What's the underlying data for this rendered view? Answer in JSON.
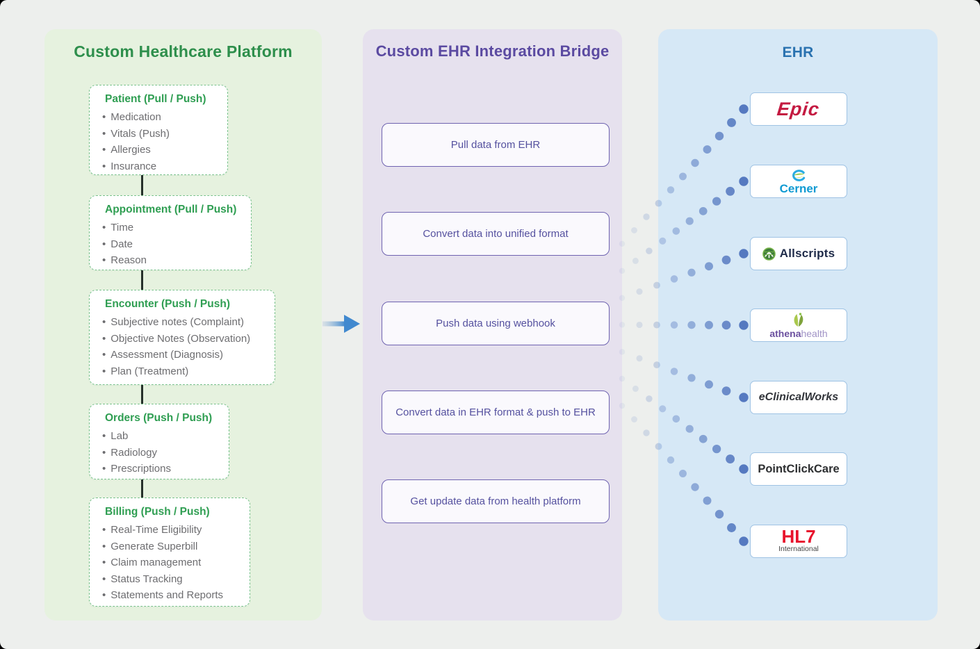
{
  "platform": {
    "title": "Custom Healthcare Platform",
    "boxes": [
      {
        "title": "Patient (Pull / Push)",
        "items": [
          "Medication",
          "Vitals (Push)",
          "Allergies",
          "Insurance"
        ]
      },
      {
        "title": "Appointment (Pull / Push)",
        "items": [
          "Time",
          "Date",
          "Reason"
        ]
      },
      {
        "title": "Encounter (Push / Push)",
        "items": [
          "Subjective notes (Complaint)",
          "Objective Notes (Observation)",
          "Assessment (Diagnosis)",
          "Plan (Treatment)"
        ]
      },
      {
        "title": "Orders (Push / Push)",
        "items": [
          "Lab",
          "Radiology",
          "Prescriptions"
        ]
      },
      {
        "title": "Billing (Push / Push)",
        "items": [
          "Real-Time Eligibility",
          "Generate Superbill",
          "Claim management",
          "Status Tracking",
          "Statements and Reports"
        ]
      }
    ]
  },
  "bridge": {
    "title": "Custom EHR Integration Bridge",
    "steps": [
      "Pull data from EHR",
      "Convert data into unified format",
      "Push data using webhook",
      "Convert data in EHR format & push to EHR",
      "Get update data from health platform"
    ]
  },
  "ehr": {
    "title": "EHR",
    "vendors": [
      {
        "id": "epic",
        "label": "Epic"
      },
      {
        "id": "cerner",
        "label": "Cerner"
      },
      {
        "id": "allscripts",
        "label": "Allscripts"
      },
      {
        "id": "athenahealth",
        "label": "athena",
        "label2": "health"
      },
      {
        "id": "eclinicalworks",
        "label": "eClinicalWorks"
      },
      {
        "id": "pointclickcare",
        "label": "PointClickCare"
      },
      {
        "id": "hl7",
        "label": "HL7",
        "label2": "International"
      }
    ]
  },
  "colors": {
    "platform_accent": "#2e8f4c",
    "bridge_accent": "#5b4aa1",
    "ehr_accent": "#2a72b0",
    "dot_blue": "#4e73bd",
    "arrow_blue": "#4189cf",
    "epic_red": "#c41a41",
    "cerner_blue": "#0e9ad2",
    "hl7_red": "#e8132c"
  }
}
